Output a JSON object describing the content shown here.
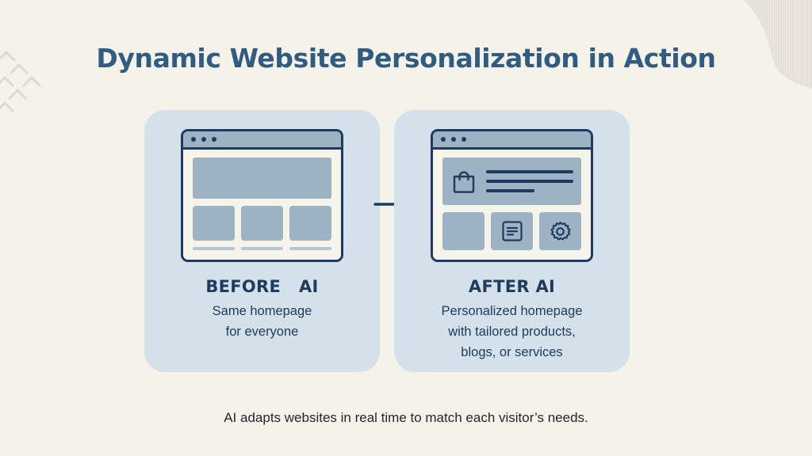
{
  "page": {
    "title": "Dynamic Website Personalization in Action",
    "caption": "AI adapts websites in real time to match each visitor’s needs.",
    "background_color": "#f5f2ea",
    "title_color": "#2f5c80",
    "panel_color": "#d4e1ea",
    "ink_color": "#1d3a5f",
    "placeholder_color": "#9db3c3"
  },
  "arrow": {
    "icon": "arrow-right-icon",
    "color": "#1d3a5f"
  },
  "decor": {
    "chevrons": "chevron-pattern-icon",
    "ribbon": "striped-ribbon-icon"
  },
  "panels": [
    {
      "id": "before",
      "heading": "BEFORE   AI",
      "description": "Same homepage\nfor everyone",
      "mockup": {
        "window_dots": 3,
        "hero": "plain-block",
        "cards": 3,
        "underlines": 3
      }
    },
    {
      "id": "after",
      "heading": "AFTER AI",
      "description": "Personalized homepage\nwith tailored products,\nblogs, or services",
      "mockup": {
        "window_dots": 3,
        "hero": "shopping-bag-with-text-lines",
        "hero_icon": "shopping-bag-icon",
        "hero_lines": 3,
        "tiles": [
          {
            "icon": "plain-block"
          },
          {
            "icon": "document-icon"
          },
          {
            "icon": "gear-icon"
          }
        ]
      }
    }
  ]
}
